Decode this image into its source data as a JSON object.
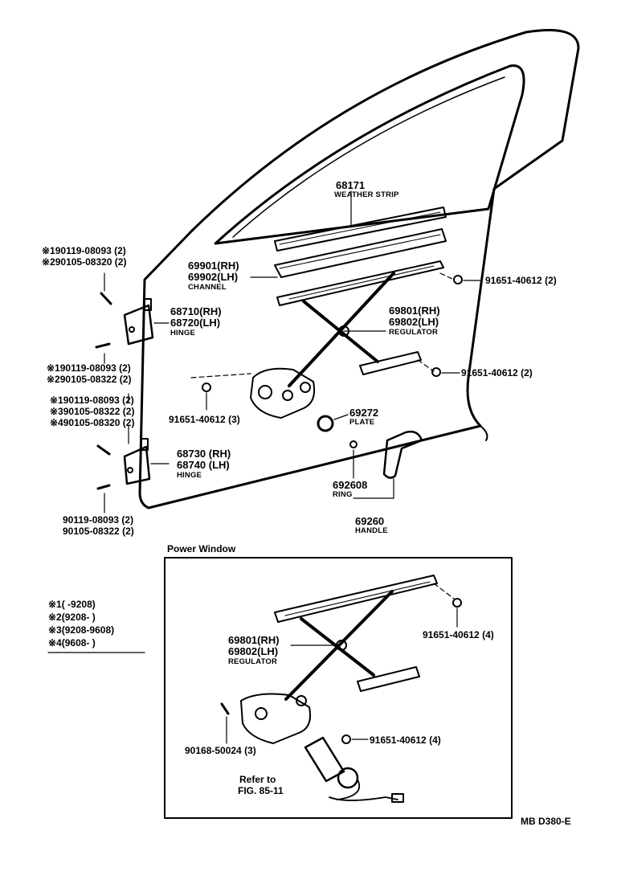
{
  "labels": {
    "weather_strip_num": "68171",
    "weather_strip_name": "WEATHER STRIP",
    "channel_rh": "69901(RH)",
    "channel_lh": "69902(LH)",
    "channel_name": "CHANNEL",
    "bolt_a": "91651-40612 (2)",
    "regulator_rh": "69801(RH)",
    "regulator_lh": "69802(LH)",
    "regulator_name": "REGULATOR",
    "bolt_b": "91651-40612 (2)",
    "bolt_c": "91651-40612 (3)",
    "plate_num": "69272",
    "plate_name": "PLATE",
    "hinge_upper_rh": "68710(RH)",
    "hinge_upper_lh": "68720(LH)",
    "hinge_upper_name": "HINGE",
    "hinge_lower_rh": "68730 (RH)",
    "hinge_lower_lh": "68740 (LH)",
    "hinge_lower_name": "HINGE",
    "ring_num": "692608",
    "ring_name": "RING",
    "handle_num": "69260",
    "handle_name": "HANDLE",
    "upper_bolts_1": "※190119-08093 (2)",
    "upper_bolts_2": "※290105-08320 (2)",
    "mid_bolts_1": "※190119-08093 (2)",
    "mid_bolts_2": "※290105-08322 (2)",
    "low_bolts_1": "※190119-08093 (2)",
    "low_bolts_2": "※390105-08322 (2)",
    "low_bolts_3": "※490105-08320 (2)",
    "bottom_bolts_1": "90119-08093 (2)",
    "bottom_bolts_2": "90105-08322 (2)",
    "power_window_title": "Power Window",
    "pw_regulator_rh": "69801(RH)",
    "pw_regulator_lh": "69802(LH)",
    "pw_regulator_name": "REGULATOR",
    "pw_bolt_top": "91651-40612 (4)",
    "pw_bolt_motor": "91651-40612 (4)",
    "pw_screw": "90168-50024 (3)",
    "refer_line1": "Refer to",
    "refer_line2": "FIG. 85-11",
    "code": "MB  D380-E"
  },
  "legend": [
    "※1(       -9208)",
    "※2(9208-       )",
    "※3(9208-9608)",
    "※4(9608-       )"
  ]
}
